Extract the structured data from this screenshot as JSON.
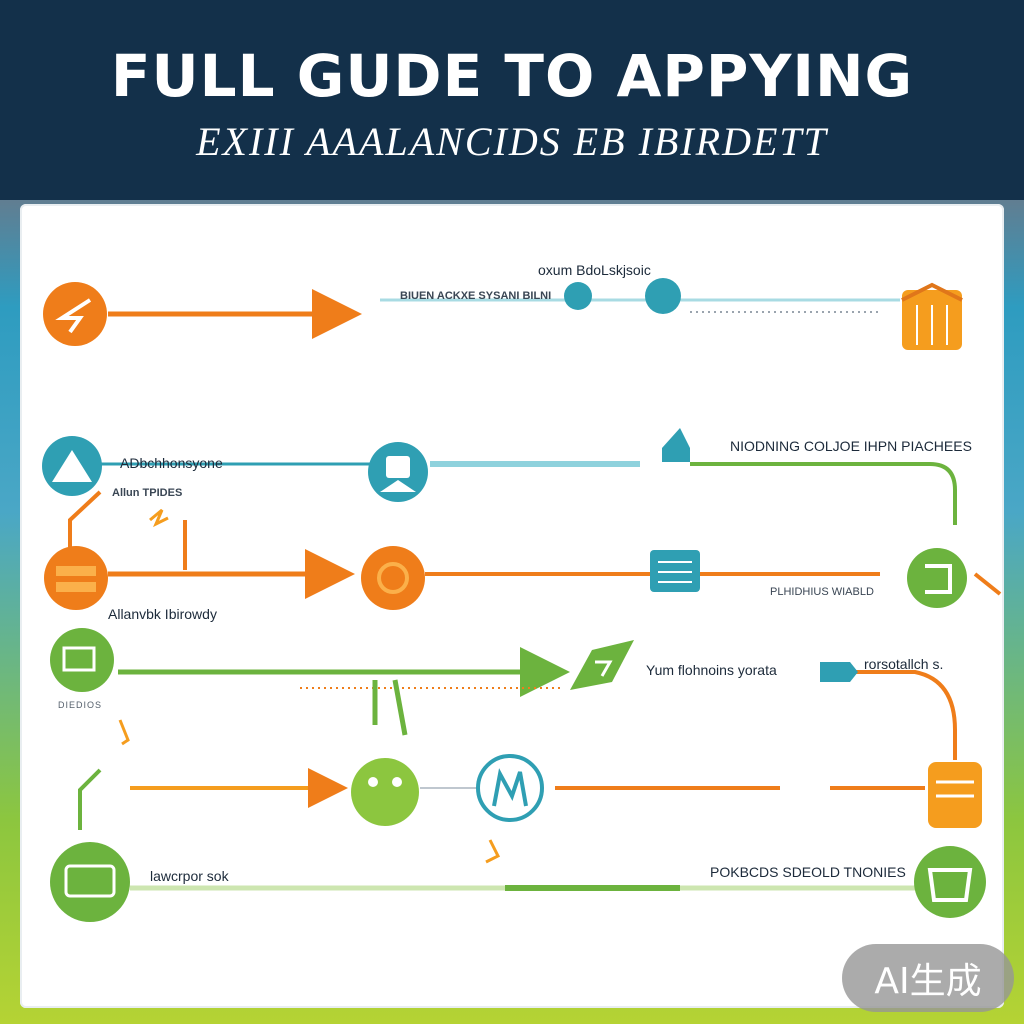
{
  "header": {
    "title": "FULL GUDE TO APPYING",
    "subtitle": "EXIII AAALANCIDS EB IBIRDETT"
  },
  "colors": {
    "navy": "#13304a",
    "orange": "#ef7d1a",
    "teal": "#2f9fb3",
    "green": "#6cb33e",
    "amber": "#f59d1e"
  },
  "labels": {
    "top": "oxum BdoLskjsoic",
    "row1_mid": "BIUEN ACKXE SYSANI BILNI",
    "row2_left": "ADbchhonsyone",
    "row2_left_sub": "Allun TPIDES",
    "row2_right": "NIODNING COLJOE IHPN PIACHEES",
    "row3_left": "Allanvbk Ibirowdy",
    "row3_right": "PLHIDHIUS WIABLD",
    "row4_mid": "Yum flohnoins yorata",
    "row4_right": "rorsotallch s.",
    "row4_left_small": "DIEDIOS",
    "row5_left": "lawcrpor sok",
    "row5_right": "POKBCDS SDEOLD TNONIES"
  },
  "icons": [
    "arrow-left-orange-icon",
    "box-stack-icon",
    "mountain-icon",
    "check-document-icon",
    "magnet-icon",
    "lightbulb-icon",
    "gear-icon",
    "document-icon",
    "person-icon",
    "chart-icon",
    "calendar-icon",
    "tablet-icon"
  ],
  "badge": "AI生成"
}
